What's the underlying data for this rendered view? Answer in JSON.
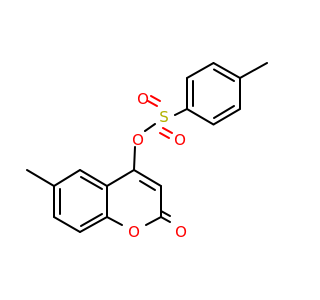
{
  "molecule": {
    "atom_labels": {
      "sulfur": "S",
      "ester_oxygen": "O",
      "sulfonyl_oxygen_top": "O",
      "sulfonyl_oxygen_bottom": "O",
      "ring_oxygen": "O",
      "carbonyl_oxygen": "O"
    },
    "colors": {
      "bond": "#000000",
      "oxygen": "#ff0000",
      "sulfur": "#b2b200"
    }
  }
}
